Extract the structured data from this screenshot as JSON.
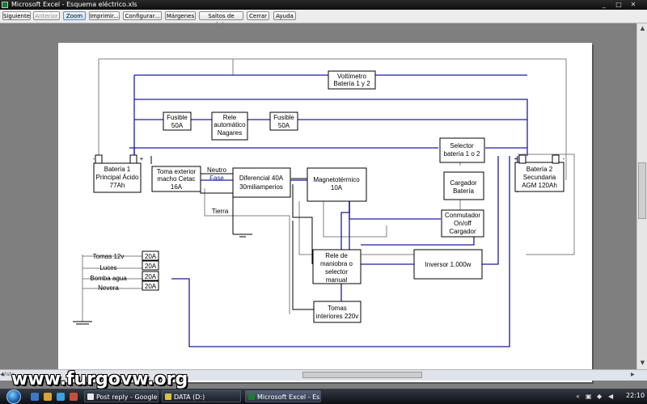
{
  "window": {
    "title": "Microsoft Excel - Esquema eléctrico.xls",
    "controls": [
      "_",
      "□",
      "✕"
    ]
  },
  "toolbar": {
    "buttons": [
      "Siguiente",
      "Anterior",
      "Zoom",
      "Imprimir...",
      "Configurar...",
      "Márgenes",
      "Saltos de página",
      "Cerrar",
      "Ayuda"
    ]
  },
  "diagram": {
    "boxes": {
      "voltimetro": [
        "Voltímetro",
        "Batería 1 y 2"
      ],
      "fusible_left": [
        "Fusible",
        "50A"
      ],
      "rele_auto": [
        "Rele",
        "automático",
        "Nagares"
      ],
      "fusible_right": [
        "Fusible",
        "50A"
      ],
      "bateria1": [
        "Batería 1",
        "Principal Ácido",
        "77Ah"
      ],
      "toma_exterior": [
        "Toma exterior",
        "macho Cetac",
        "16A"
      ],
      "diferencial": [
        "Diferencial 40A",
        "30miliamperios"
      ],
      "magnetotermico": [
        "Magnetotérmico",
        "10A"
      ],
      "selector": [
        "Selector",
        "batería 1 o 2"
      ],
      "cargador": [
        "Cargador",
        "Batería"
      ],
      "conmutador": [
        "Conmutador",
        "On/off",
        "Cargador"
      ],
      "bateria2": [
        "Batería 2",
        "Secundaria",
        "AGM 120Ah"
      ],
      "rele_maniobra": [
        "Rele de",
        "maniobra o",
        "selector",
        "manual"
      ],
      "inversor": [
        "Inversor 1.000w"
      ],
      "tomas_interiores": [
        "Tomas",
        "interiores 220v"
      ]
    },
    "wire_labels": {
      "neutro": "Neutro",
      "fase": "Fase",
      "tierra": "Tierra"
    },
    "terminals": {
      "minus": "-",
      "plus": "+"
    },
    "circuits": [
      {
        "name": "Tomas 12v",
        "fuse": "20A"
      },
      {
        "name": "Luces",
        "fuse": "20A"
      },
      {
        "name": "Bomba agua",
        "fuse": "20A"
      },
      {
        "name": "Nevera",
        "fuse": "20A"
      }
    ]
  },
  "status": {
    "text": "Vista"
  },
  "watermark": "www.furgovw.org",
  "taskbar": {
    "tasks": [
      "Post reply - Google ...",
      "DATA (D:)",
      "Microsoft Excel - Es..."
    ],
    "clock": "22:10"
  },
  "colors": {
    "wire_blue": "#1c1ca8",
    "wire_gray": "#808080",
    "wire_black": "#000000"
  }
}
